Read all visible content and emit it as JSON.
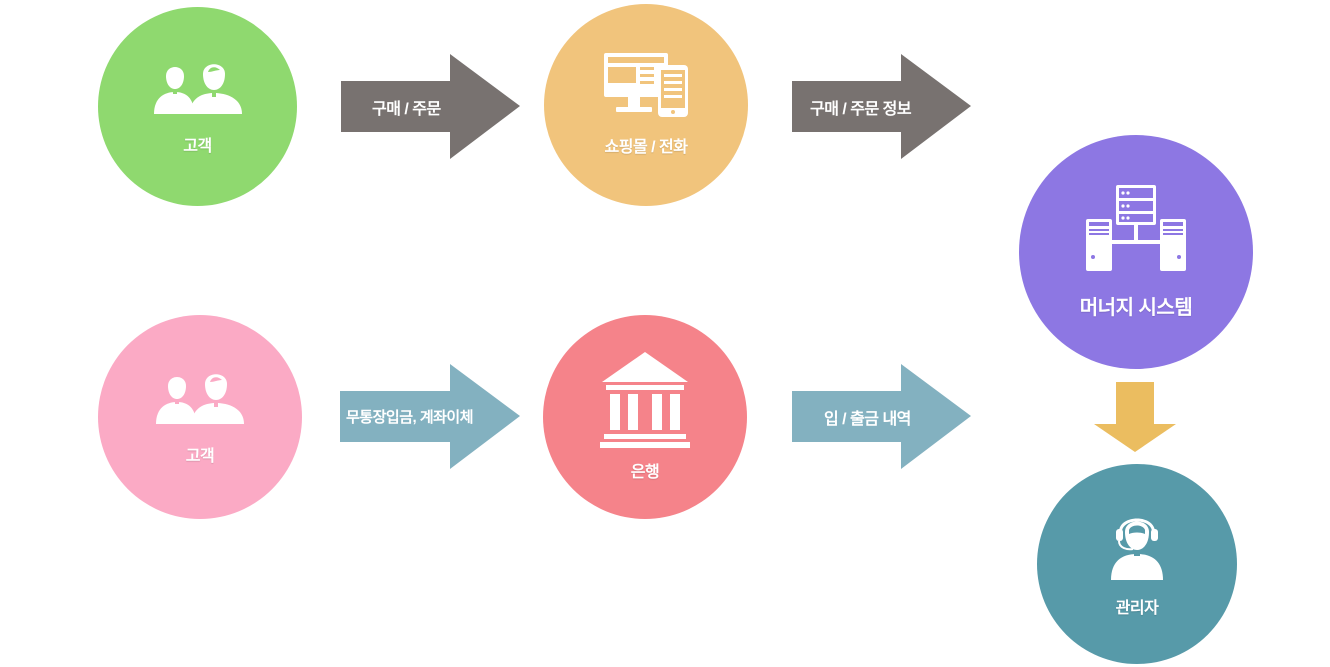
{
  "nodes": {
    "customer_top": {
      "label": "고객",
      "color": "#8fd96f",
      "icon": "two-people-icon"
    },
    "shop": {
      "label": "쇼핑몰 / 전화",
      "color": "#f1c47c",
      "icon": "monitor-phone-icon"
    },
    "money_system": {
      "label": "머너지 시스템",
      "color": "#8d77e3",
      "icon": "server-network-icon"
    },
    "customer_bottom": {
      "label": "고객",
      "color": "#fbaac5",
      "icon": "two-people-icon"
    },
    "bank": {
      "label": "은행",
      "color": "#f5838a",
      "icon": "bank-building-icon"
    },
    "manager": {
      "label": "관리자",
      "color": "#579aa9",
      "icon": "headset-operator-icon"
    }
  },
  "arrows": {
    "order": {
      "label": "구매 / 주문",
      "color": "#787270"
    },
    "order_info": {
      "label": "구매 / 주문 정보",
      "color": "#787270"
    },
    "deposit": {
      "label": "무통장입금, 계좌이체",
      "color": "#83b1c0"
    },
    "in_out": {
      "label": "입 / 출금 내역",
      "color": "#83b1c0"
    },
    "down": {
      "color": "#ebbd60"
    }
  }
}
